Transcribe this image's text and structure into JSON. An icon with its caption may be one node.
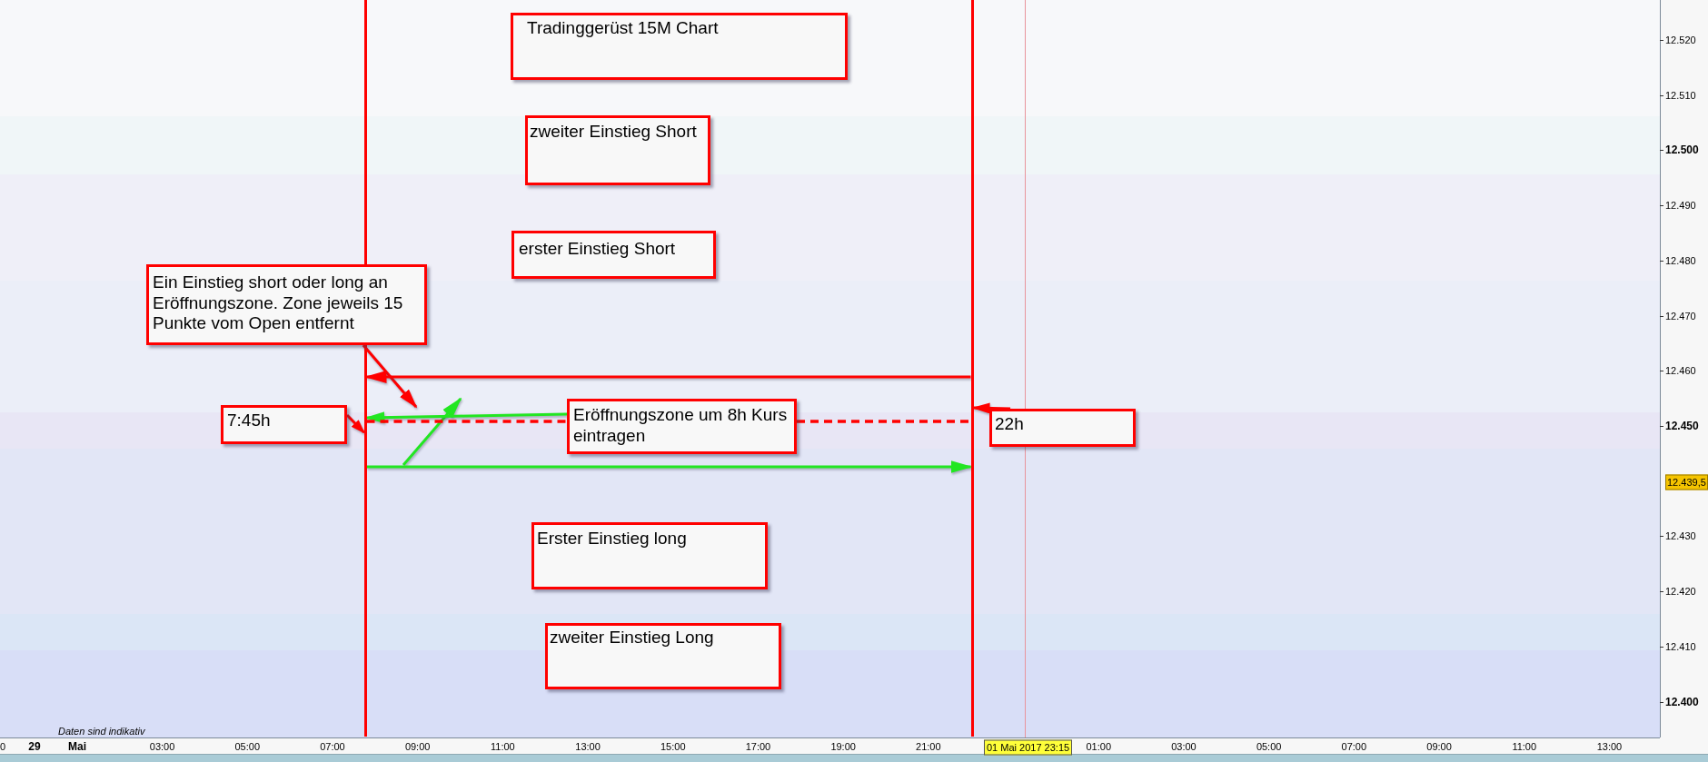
{
  "diagram": {
    "nodes": [
      {
        "text": [
          "Tradinggerüst 15M Chart"
        ]
      },
      {
        "text": [
          "zweiter Einstieg Short"
        ]
      },
      {
        "text": [
          "erster Einstieg Short"
        ]
      },
      {
        "text": [
          "Ein Einstieg short oder long an Eröffnungszone. Zone jeweils 15 Punkte vom Open entfernt"
        ]
      },
      {
        "text": [
          "7:45h"
        ]
      },
      {
        "text": [
          "Eröffnungszone um 8h Kurs eintragen"
        ]
      },
      {
        "text": [
          "22h"
        ]
      },
      {
        "text": [
          "Erster Einstieg long"
        ]
      },
      {
        "text": [
          "zweiter Einstieg Long"
        ]
      },
      {
        "text": [],
        "shape": "line"
      },
      {
        "text": [],
        "shape": "line"
      }
    ],
    "edges": [
      {
        "from": 3,
        "to": null,
        "arrow": "to"
      },
      {
        "from": 4,
        "to": 9,
        "arrow": "to"
      },
      {
        "from": 5,
        "to": 9,
        "arrow": "to",
        "color": "#22e622"
      },
      {
        "from": 6,
        "to": 10,
        "arrow": "to"
      },
      {
        "from": 10,
        "to": 9,
        "arrow": "to"
      },
      {
        "from": 9,
        "to": 5,
        "arrow": "none",
        "style": "dashed"
      },
      {
        "from": 5,
        "to": 10,
        "arrow": "none",
        "style": "dashed"
      },
      {
        "from": 9,
        "to": 10,
        "arrow": "to",
        "color": "#22e622"
      }
    ],
    "labels": [
      "12.520",
      "12.510",
      "12.500",
      "12.490",
      "12.480",
      "12.470",
      "12.460",
      "12.450",
      "12.439,5",
      "12.430",
      "12.420",
      "12.410",
      "12.400",
      "Daten sind indikativ",
      "0",
      "29",
      "Mai",
      "03:00",
      "05:00",
      "07:00",
      "09:00",
      "11:00",
      "13:00",
      "15:00",
      "17:00",
      "19:00",
      "21:00",
      "01 Mai 2017 23:15",
      "01:00",
      "03:00",
      "05:00",
      "07:00",
      "09:00",
      "11:00",
      "13:00"
    ]
  }
}
